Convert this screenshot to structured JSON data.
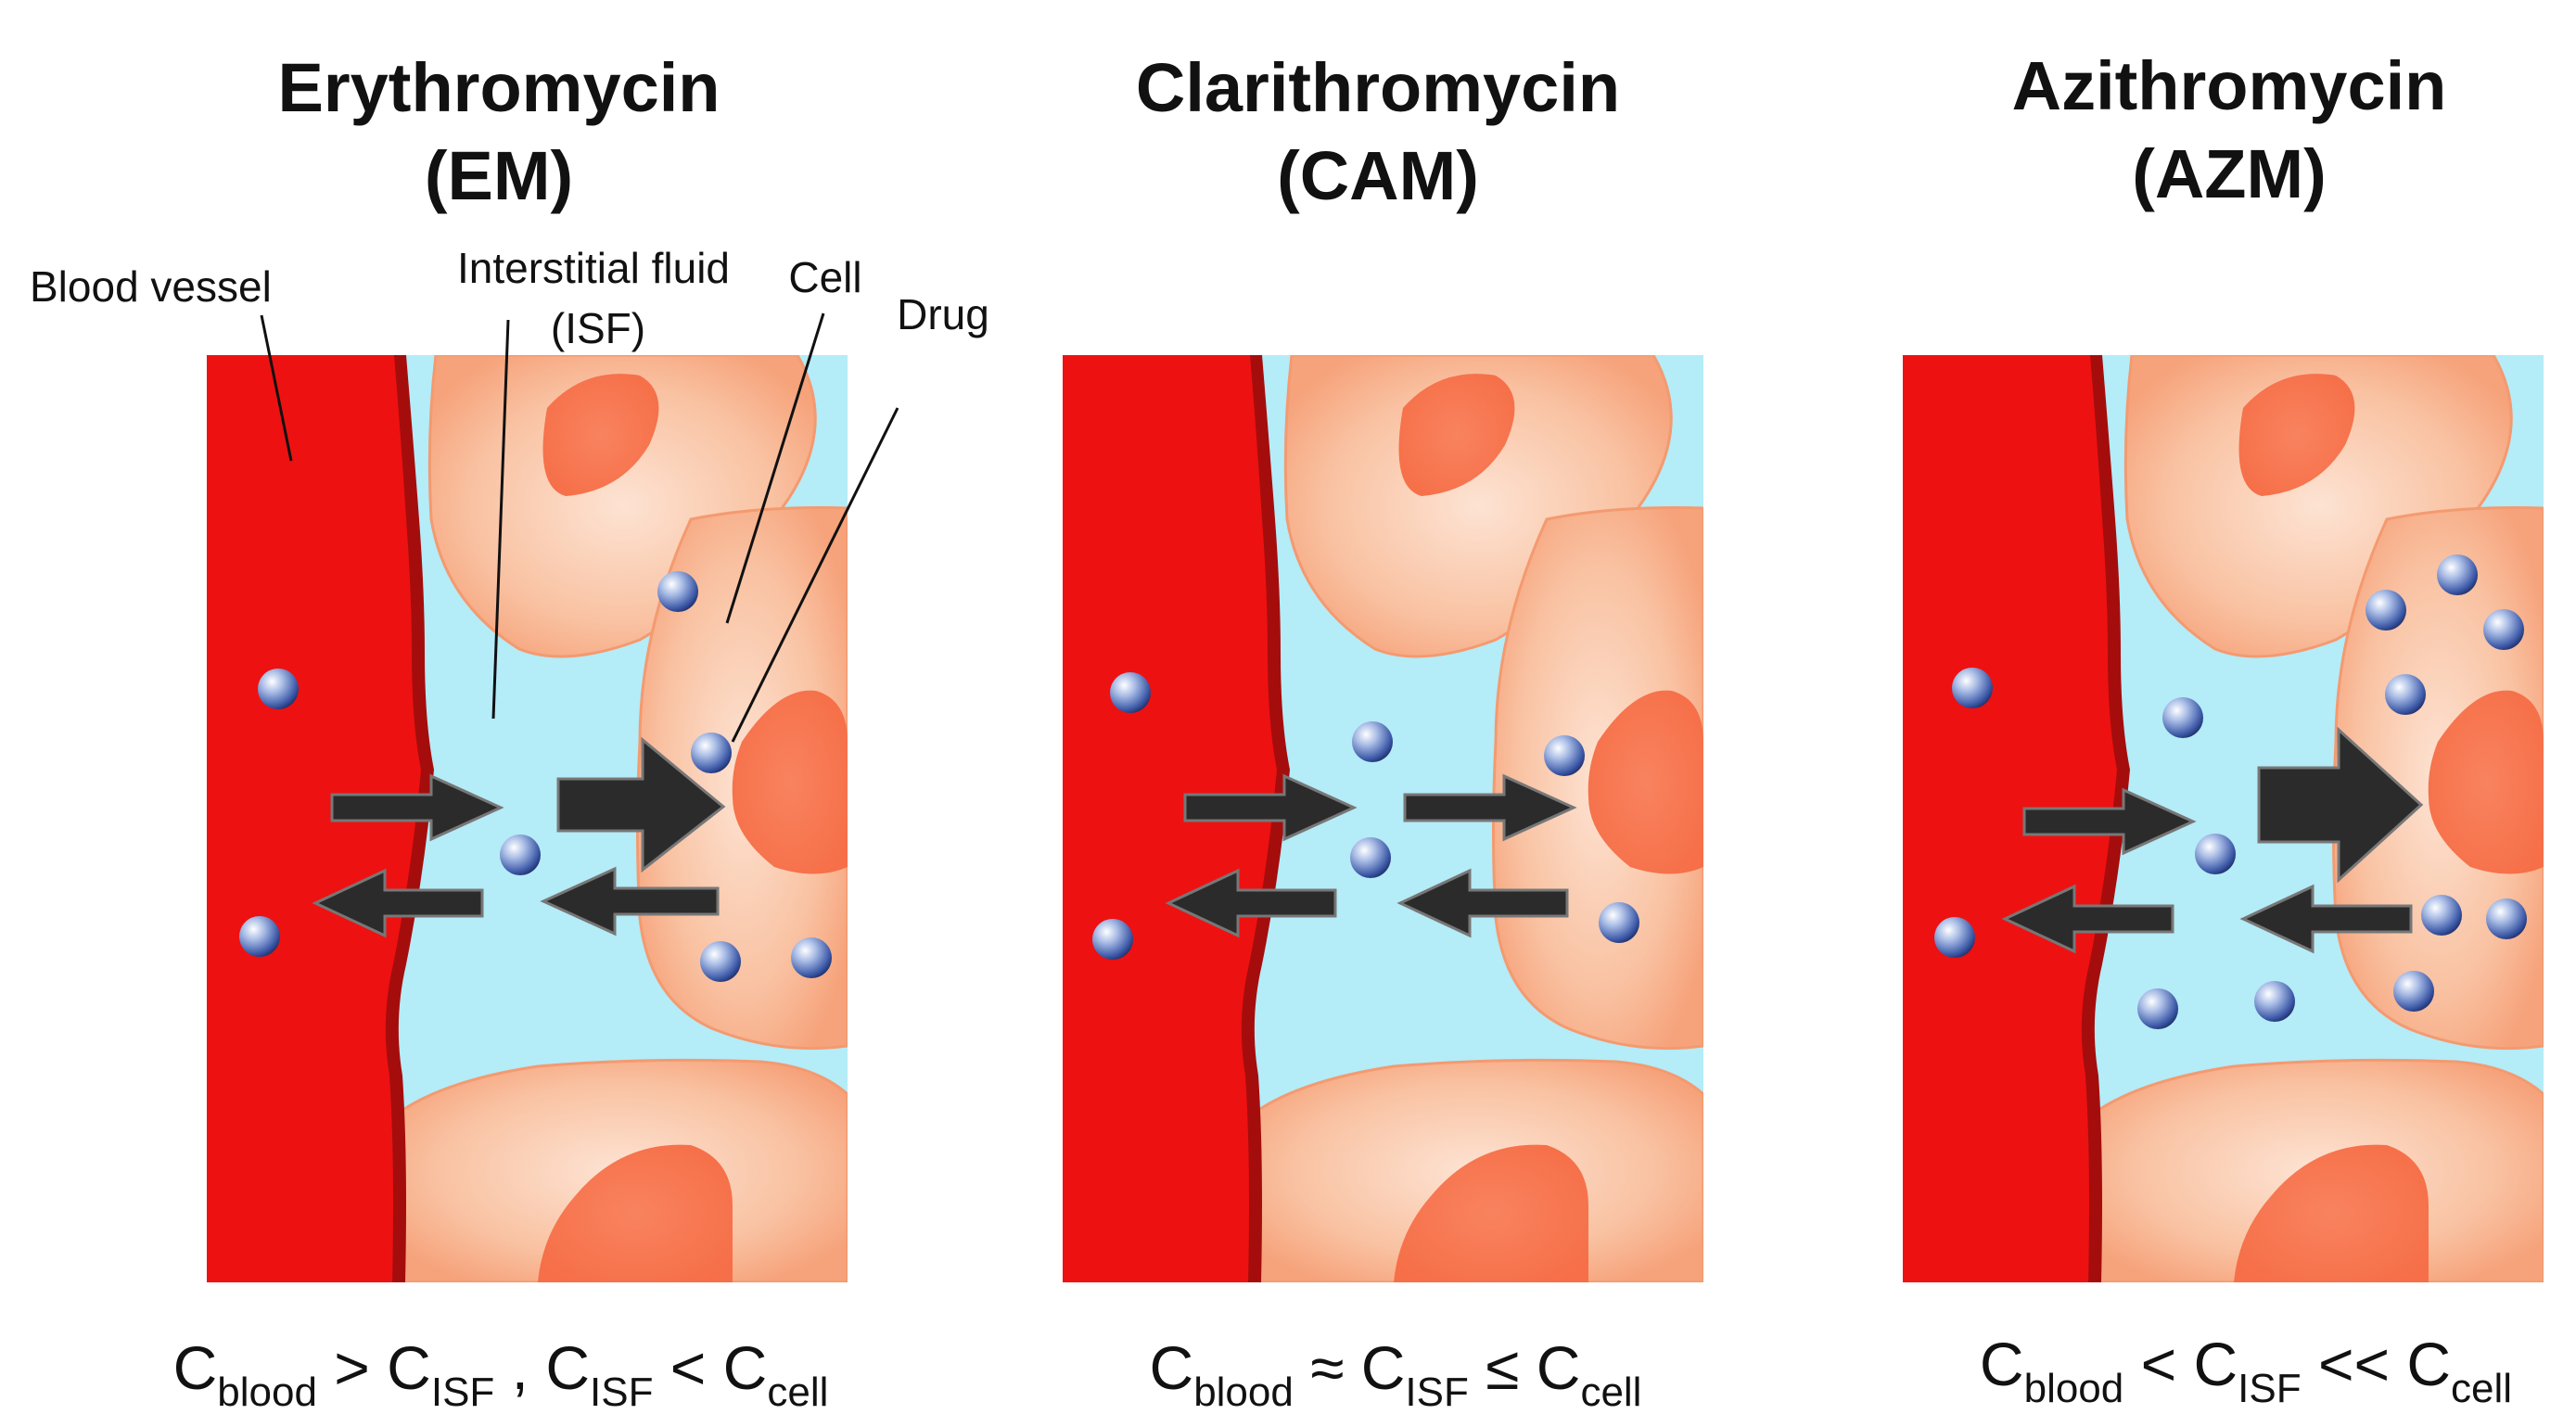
{
  "panels": [
    {
      "title_line1": "Erythromycin",
      "title_line2": "(EM)",
      "relation": [
        {
          "t": "C"
        },
        {
          "s": "blood"
        },
        {
          "t": " > C"
        },
        {
          "s": "ISF"
        },
        {
          "t": " , C"
        },
        {
          "s": "ISF"
        },
        {
          "t": " < C"
        },
        {
          "s": "cell"
        }
      ],
      "arrow_sizes": {
        "blood_to_isf": "normal",
        "isf_to_cell": "large",
        "cell_to_isf": "normal",
        "isf_to_blood": "normal"
      },
      "particles": {
        "blood": 2,
        "isf": 1,
        "cell": 4
      }
    },
    {
      "title_line1": "Clarithromycin",
      "title_line2": "(CAM)",
      "relation": [
        {
          "t": "C"
        },
        {
          "s": "blood"
        },
        {
          "t": " ≈ C"
        },
        {
          "s": "ISF"
        },
        {
          "t": " ≤ C"
        },
        {
          "s": "cell"
        }
      ],
      "arrow_sizes": {
        "blood_to_isf": "normal",
        "isf_to_cell": "normal",
        "cell_to_isf": "normal",
        "isf_to_blood": "normal"
      },
      "particles": {
        "blood": 2,
        "isf": 2,
        "cell": 2
      }
    },
    {
      "title_line1": "Azithromycin",
      "title_line2": "(AZM)",
      "relation": [
        {
          "t": "C"
        },
        {
          "s": "blood"
        },
        {
          "t": " < C"
        },
        {
          "s": "ISF"
        },
        {
          "t": " << C"
        },
        {
          "s": "cell"
        }
      ],
      "arrow_sizes": {
        "blood_to_isf": "normal",
        "isf_to_cell": "large",
        "cell_to_isf": "normal",
        "isf_to_blood": "normal"
      },
      "particles": {
        "blood": 2,
        "isf": 4,
        "cell": 7
      }
    }
  ],
  "labels": {
    "blood_vessel": "Blood vessel",
    "isf_line1": "Interstitial  fluid",
    "isf_line2": "(ISF)",
    "cell": "Cell",
    "drug": "Drug"
  },
  "colors": {
    "blood": "#ee1111",
    "vessel_wall": "#a50d0d",
    "isf": "#b4ecf8",
    "cell_fill": "#f7aa84",
    "cell_highlight": "#fde3d3",
    "nucleus": "#f77a55",
    "arrow": "#2b2b2b",
    "particle": "#3d5aa8"
  }
}
